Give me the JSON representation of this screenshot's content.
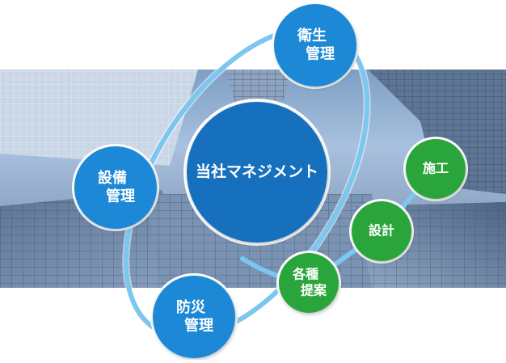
{
  "diagram": {
    "center": {
      "label": "当社マネジメント"
    },
    "nodes": [
      {
        "id": "eisei",
        "lines": [
          "衛生",
          "管理"
        ]
      },
      {
        "id": "setsubi",
        "lines": [
          "設備",
          "管理"
        ]
      },
      {
        "id": "bousai",
        "lines": [
          "防災",
          "管理"
        ]
      },
      {
        "id": "kakushu",
        "lines": [
          "各種",
          "提案"
        ]
      },
      {
        "id": "sekkei",
        "lines": [
          "設計"
        ]
      },
      {
        "id": "seko",
        "lines": [
          "施工"
        ]
      }
    ],
    "colors": {
      "blue_node": "#1e88d6",
      "blue_center": "#156fbe",
      "green_node": "#2aa53a",
      "ring": "#7cc6ef"
    }
  }
}
